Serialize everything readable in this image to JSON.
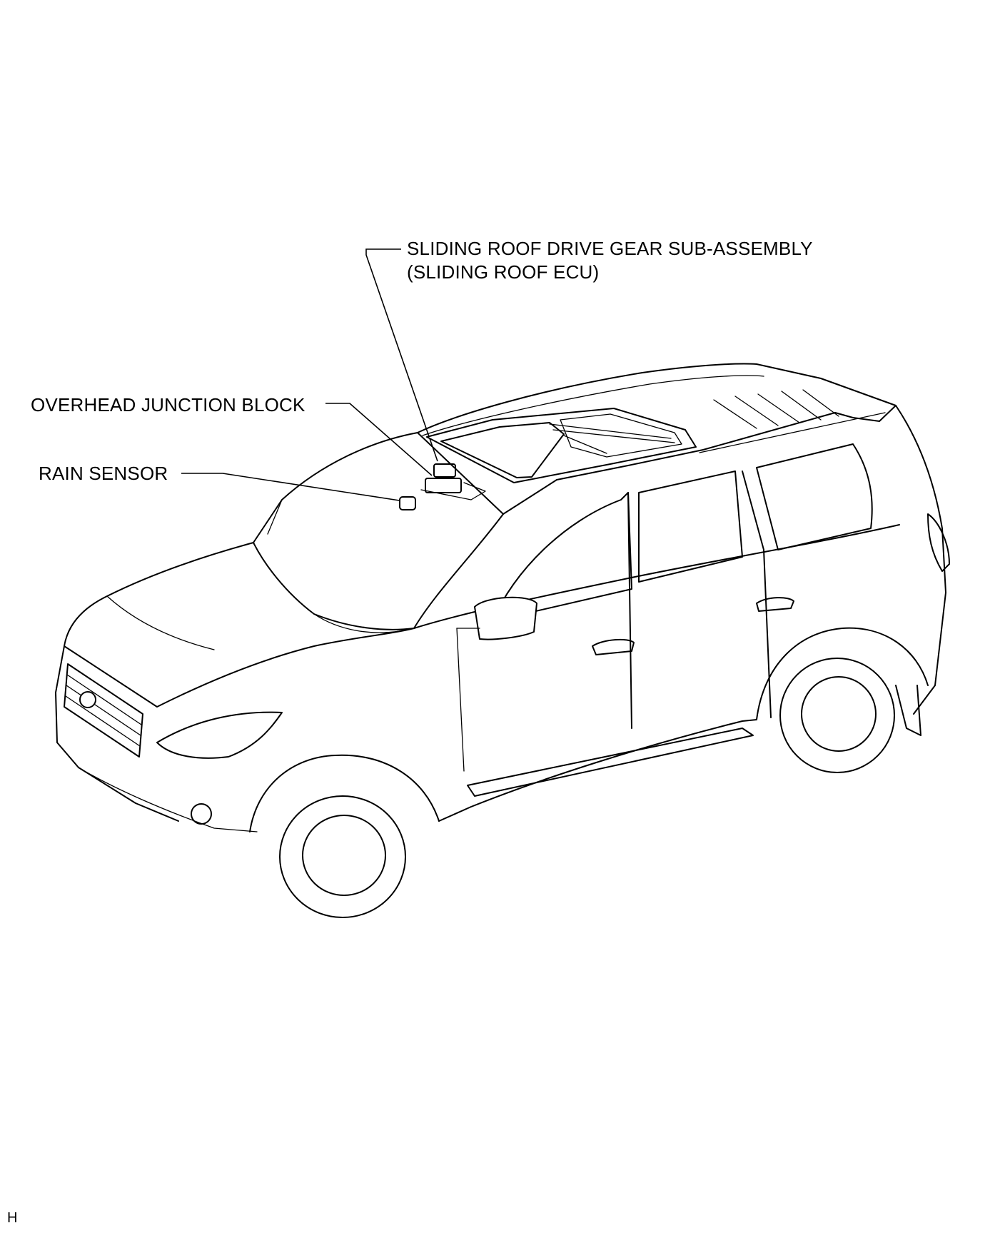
{
  "labels": {
    "sliding_roof_line1": "SLIDING ROOF DRIVE GEAR SUB-ASSEMBLY",
    "sliding_roof_line2": "(SLIDING ROOF ECU)",
    "overhead_junction": "OVERHEAD JUNCTION BLOCK",
    "rain_sensor": "RAIN SENSOR"
  },
  "corner_code": "H"
}
